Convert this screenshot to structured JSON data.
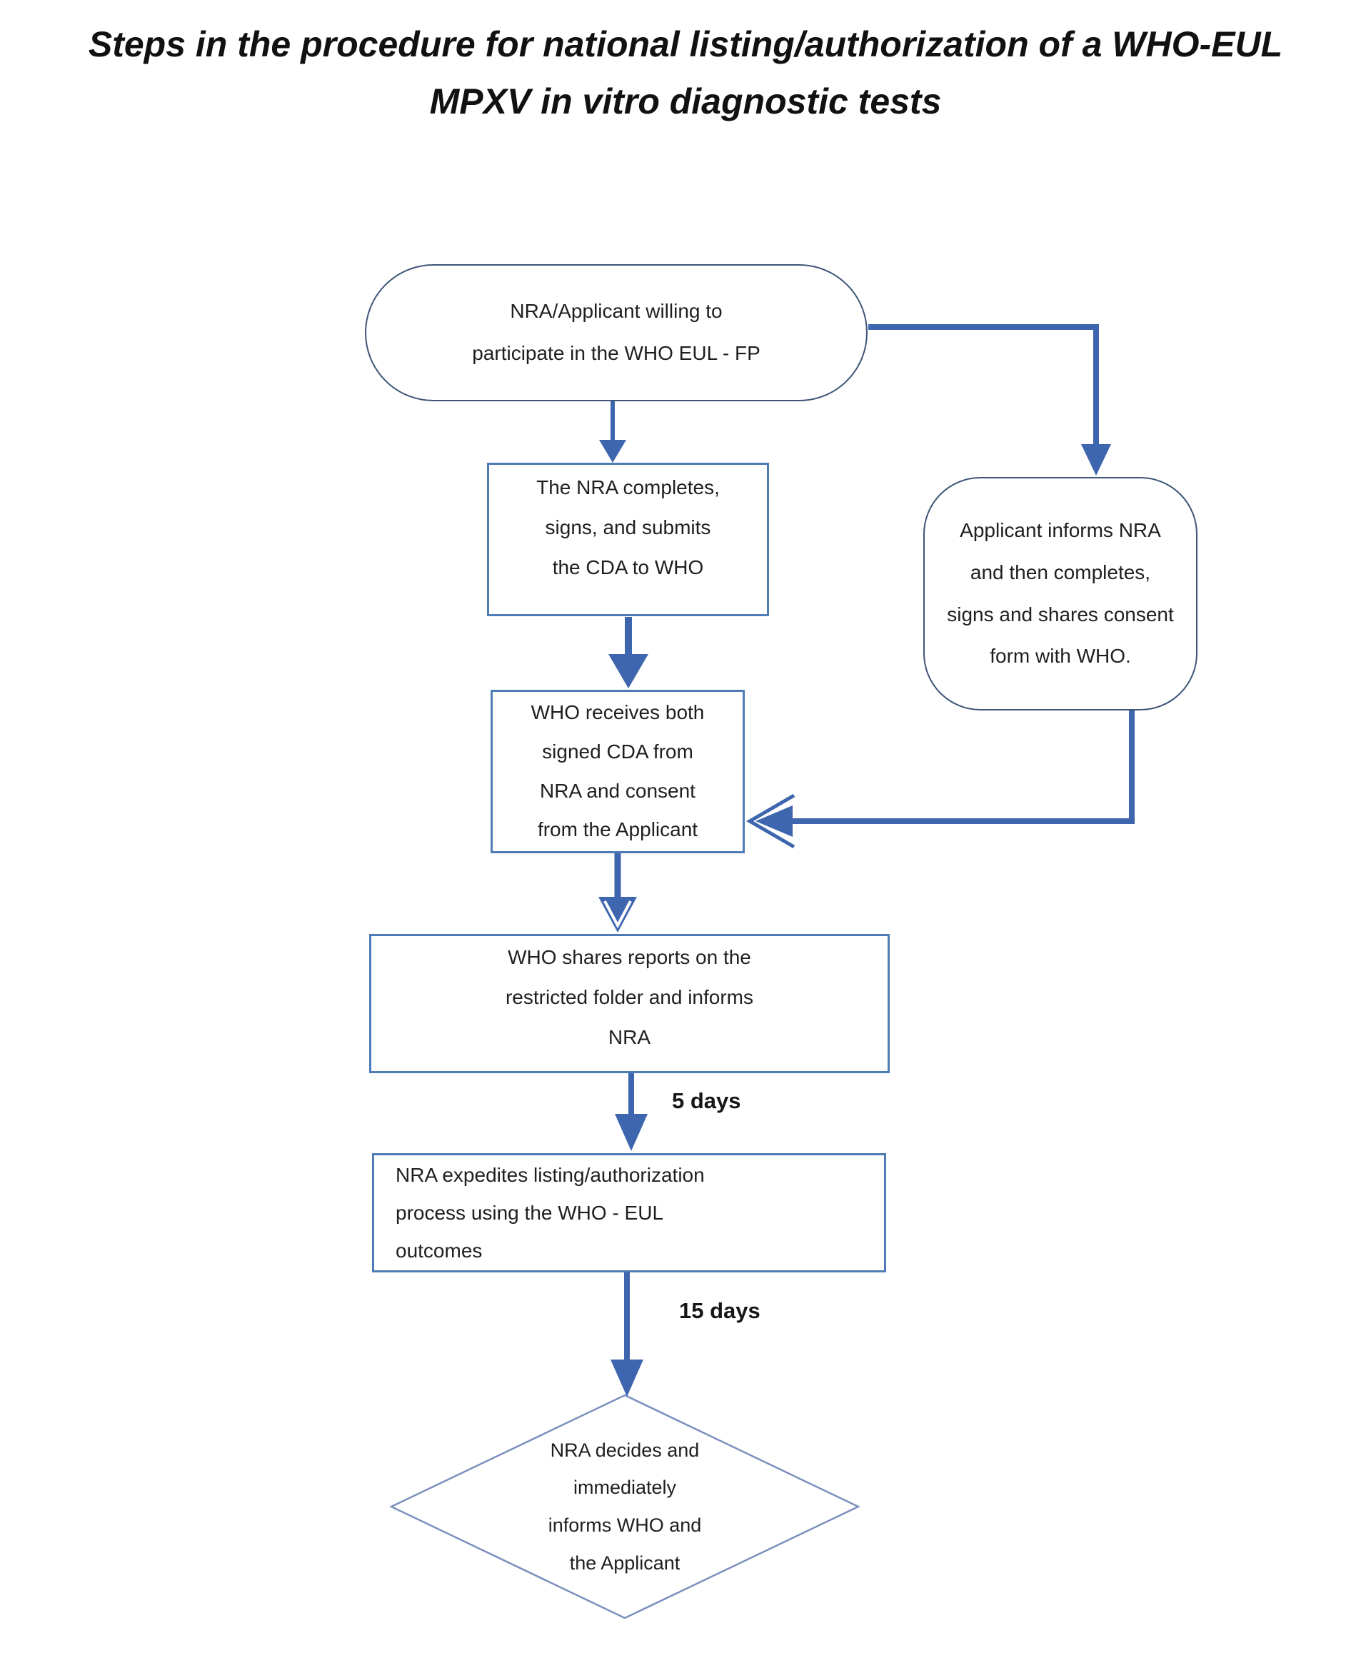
{
  "title": {
    "text": "Steps in the procedure for national listing/authorization of a WHO-EUL\nMPXV in vitro diagnostic tests"
  },
  "nodes": {
    "start": {
      "shape": "rounded",
      "text": "NRA/Applicant willing to\nparticipate in the WHO EUL - FP"
    },
    "nra_cda": {
      "shape": "rectangle",
      "text": "The NRA completes,\nsigns, and submits\nthe CDA to WHO"
    },
    "applicant_consent": {
      "shape": "rounded",
      "text": "Applicant informs NRA\nand then completes,\nsigns and shares consent\nform with WHO."
    },
    "who_receives": {
      "shape": "rectangle",
      "text": "WHO receives both\nsigned CDA from\nNRA and consent\nfrom the Applicant"
    },
    "who_shares": {
      "shape": "rectangle",
      "text": "WHO shares reports on the\nrestricted folder and informs\nNRA"
    },
    "nra_expedites": {
      "shape": "rectangle",
      "text": "NRA expedites listing/authorization\nprocess using the WHO - EUL\noutcomes"
    },
    "nra_decides": {
      "shape": "diamond",
      "text": "NRA decides and\nimmediately\ninforms WHO and\nthe Applicant"
    }
  },
  "edge_labels": {
    "five_days": "5 days",
    "fifteen_days": "15 days"
  },
  "colors": {
    "arrow": "#3d66ae",
    "rectangle_border": "#4e7cb7",
    "rounded_border": "#3e5578",
    "diamond_border": "#7c90be",
    "text": "#1f1f1f",
    "title_text": "#111111",
    "background": "#ffffff"
  }
}
